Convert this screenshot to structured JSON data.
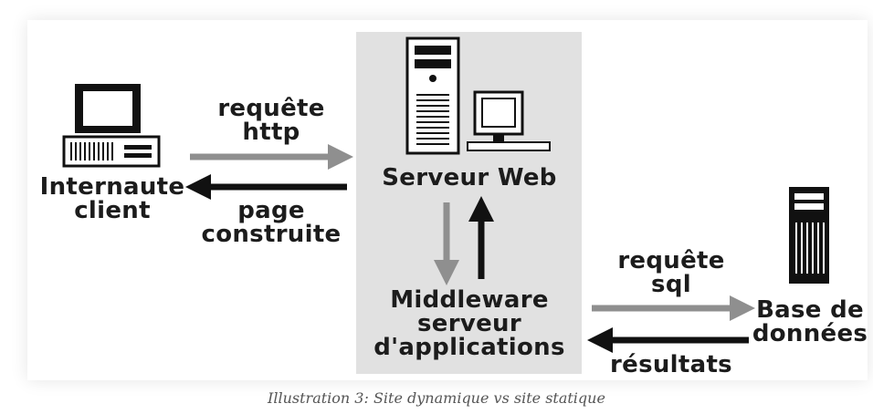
{
  "nodes": {
    "client": {
      "line1": "Internaute",
      "line2": "client"
    },
    "web_server": {
      "label": "Serveur Web"
    },
    "middleware": {
      "line1": "Middleware",
      "line2": "serveur",
      "line3": "d'applications"
    },
    "database": {
      "line1": "Base de",
      "line2": "données"
    }
  },
  "arrows": {
    "http_request": {
      "line1": "requête",
      "line2": "http"
    },
    "built_page": {
      "line1": "page",
      "line2": "construite"
    },
    "sql_request": {
      "line1": "requête",
      "line2": "sql"
    },
    "results": {
      "label": "résultats"
    }
  },
  "caption": "Illustration 3: Site dynamique vs site statique",
  "colors": {
    "server_panel": "#e1e1e1",
    "grey_arrow": "#8f8f8f",
    "black_arrow": "#111111",
    "text": "#1c1c1c"
  }
}
